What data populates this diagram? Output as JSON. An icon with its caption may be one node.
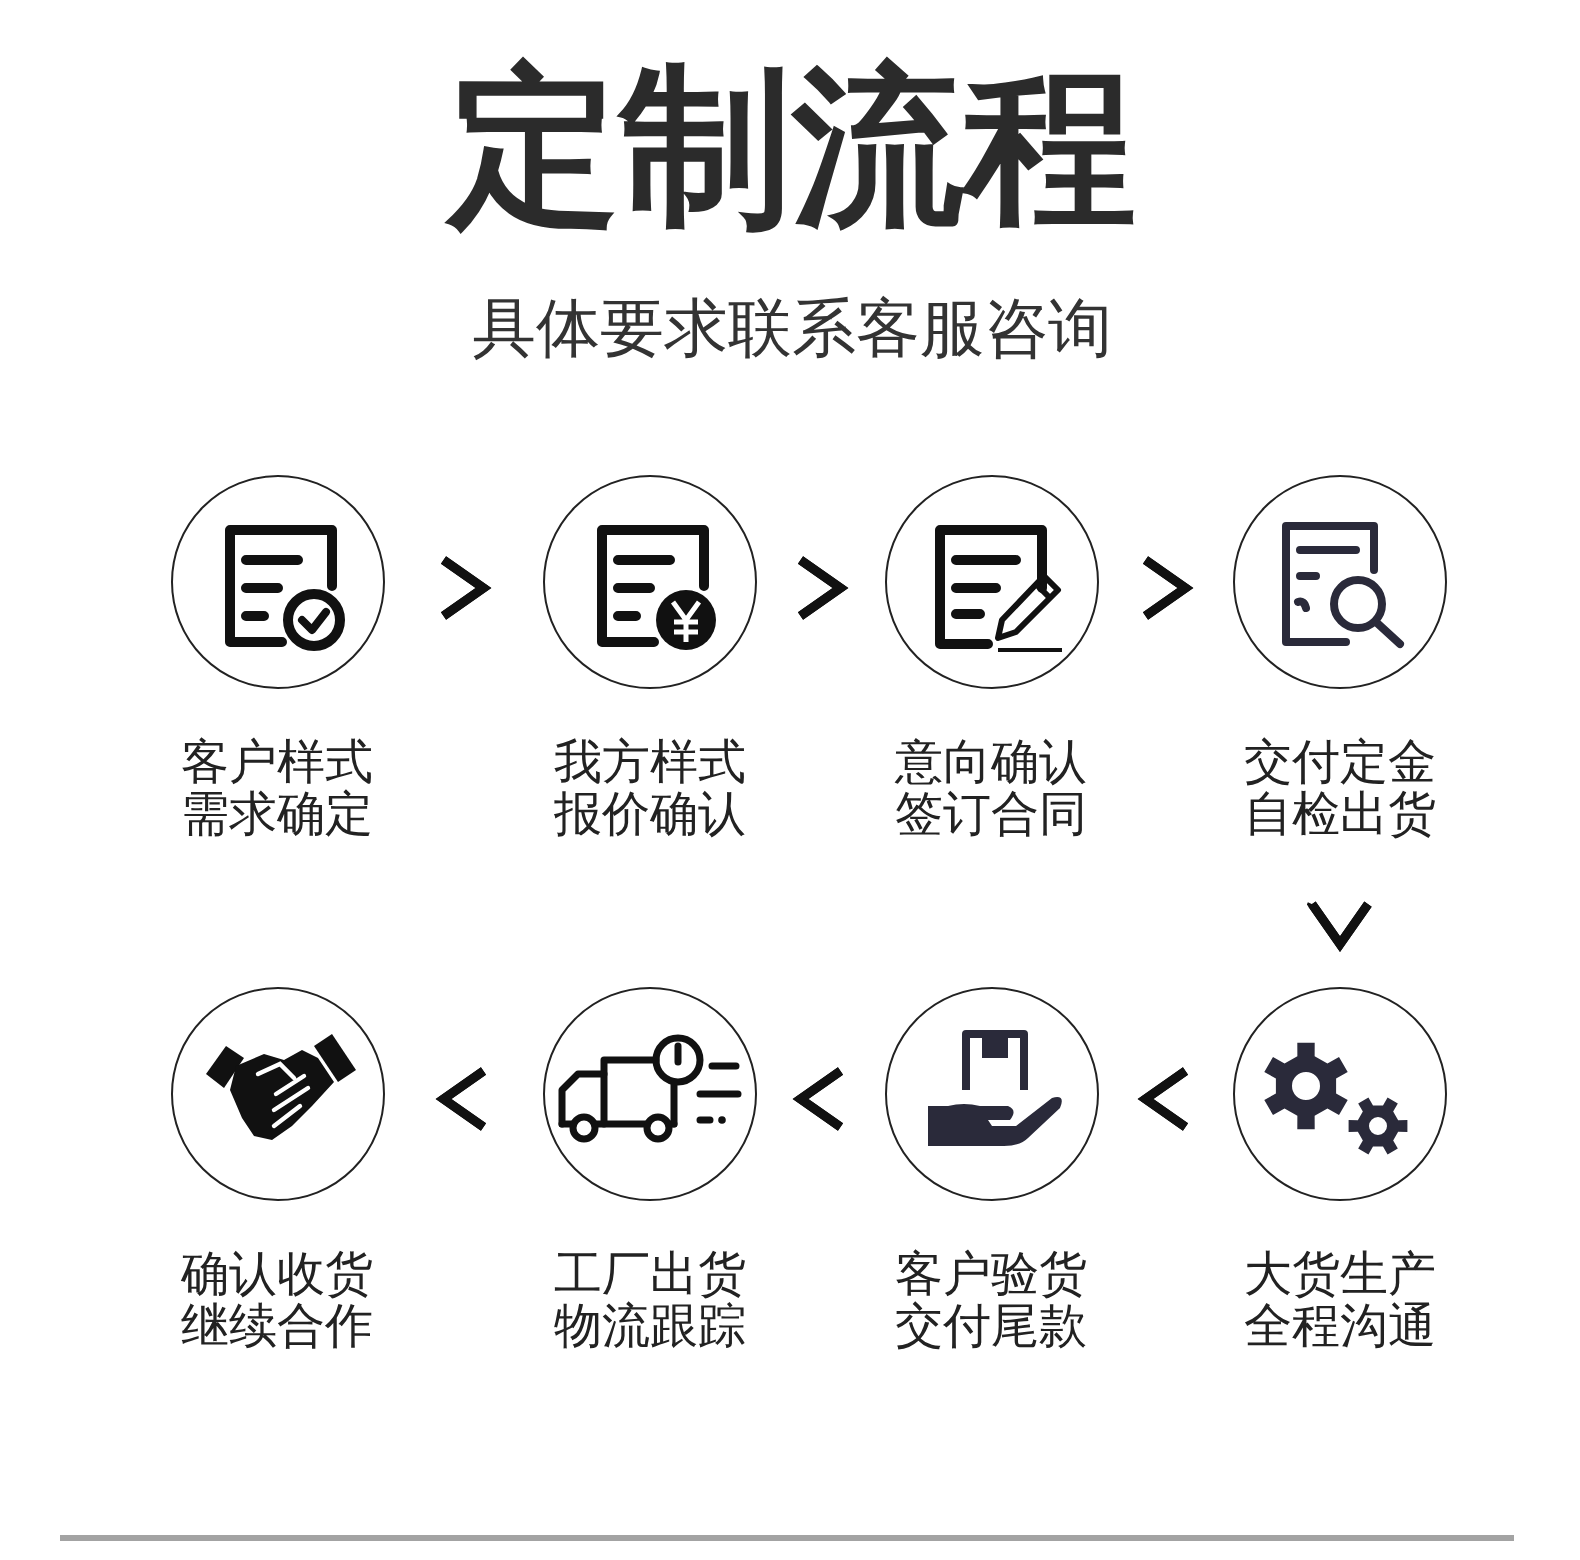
{
  "diagram": {
    "title": "定制流程",
    "nodes": [
      {
        "text": [
          "客户样式需求确定"
        ]
      },
      {
        "text": [
          "我方样式报价确认"
        ]
      },
      {
        "text": [
          "意向确认签订合同"
        ]
      },
      {
        "text": [
          "交付定金自检出货"
        ]
      },
      {
        "text": [
          "确认收货继续合作"
        ]
      },
      {
        "text": [
          "工厂出货物流跟踪"
        ]
      },
      {
        "text": [
          "客户验货交付尾款"
        ]
      },
      {
        "text": [
          "大货生产全程沟通"
        ]
      }
    ],
    "edges": [
      {
        "from": 0,
        "to": 1,
        "arrow": "to"
      },
      {
        "from": 1,
        "to": 2,
        "arrow": "to"
      },
      {
        "from": 2,
        "to": 3,
        "arrow": "to"
      },
      {
        "from": 3,
        "to": 7,
        "arrow": "to"
      },
      {
        "from": 7,
        "to": 6,
        "arrow": "to"
      },
      {
        "from": 6,
        "to": 5,
        "arrow": "to"
      },
      {
        "from": 5,
        "to": 4,
        "arrow": "to"
      }
    ],
    "labels": [
      "具体要求联系客服咨询"
    ]
  }
}
